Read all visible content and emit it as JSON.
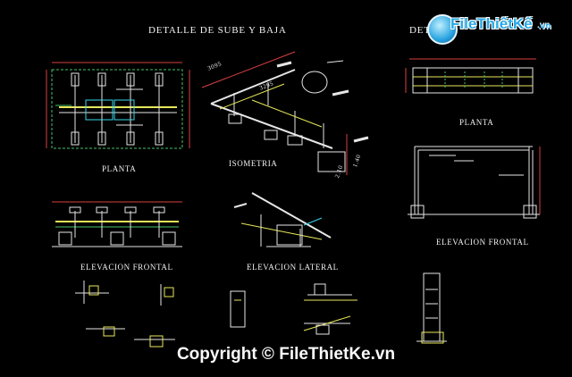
{
  "sheet": {
    "main_title": "DETALLE DE SUBE Y BAJA",
    "second_title": "DETALL",
    "views": {
      "planta_left": "PLANTA",
      "isometria": "ISOMETRIA",
      "elevacion_frontal_left": "ELEVACION FRONTAL",
      "elevacion_lateral": "ELEVACION LATERAL",
      "planta_right": "PLANTA",
      "elevacion_frontal_right": "ELEVACION FRONTAL"
    },
    "iso_dims": [
      "3095",
      "3295",
      "2.10",
      "1.40"
    ]
  },
  "watermark": {
    "logo_text": "FileThiếtKế",
    "logo_tld": ".vn",
    "copyright": "Copyright © FileThietKe.vn"
  },
  "colors": {
    "background": "#000000",
    "line_white": "#e6e6e6",
    "line_yellow": "#e8e85a",
    "line_cyan": "#38d6ea",
    "line_red": "#d94040",
    "line_green": "#46c46a",
    "logo_blue": "#27a9e6"
  }
}
